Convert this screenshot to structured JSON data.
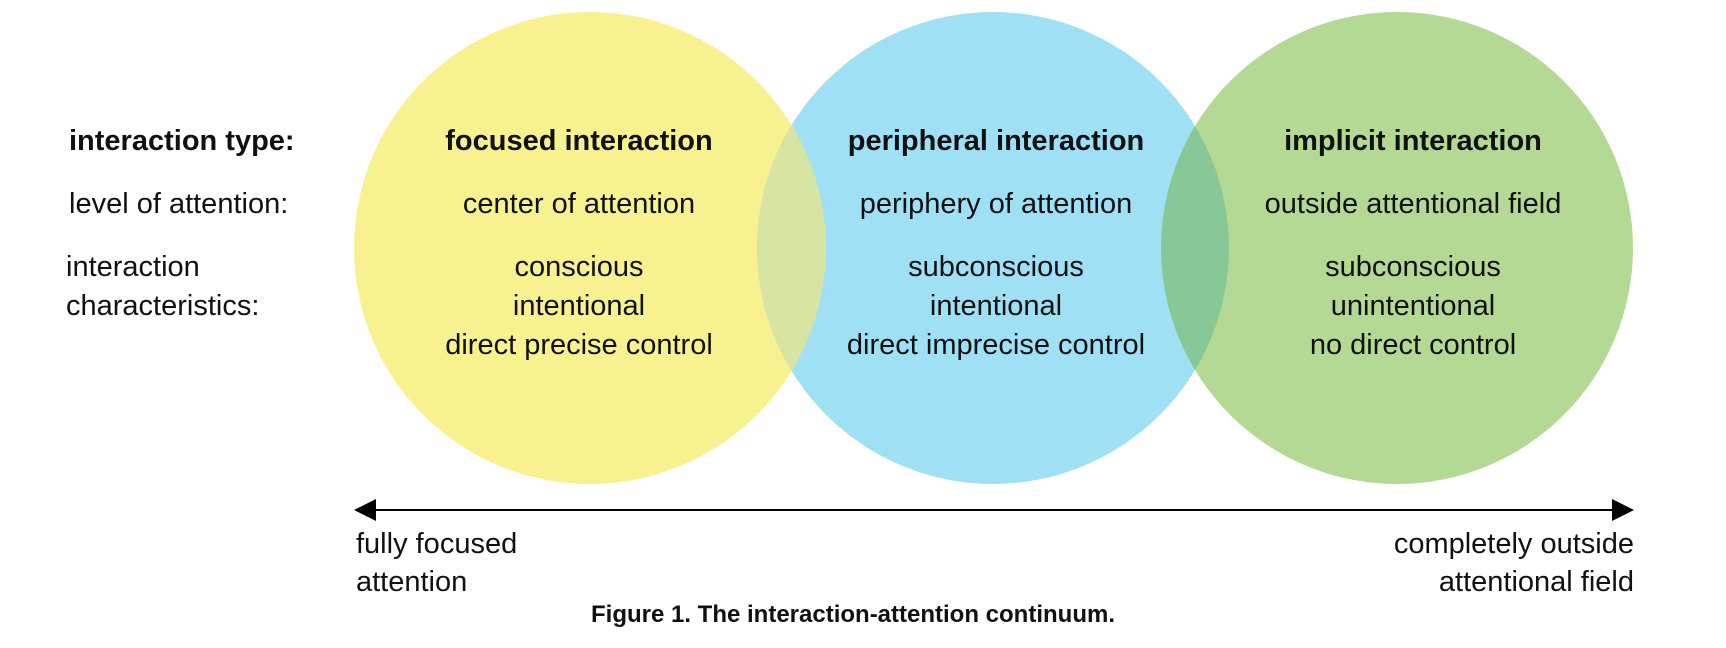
{
  "colors": {
    "focused": "#f8f190",
    "peripheral": "#9fe0f5",
    "implicit": "#b4d995",
    "overlap_focused_peripheral": "#d8e5a2",
    "overlap_peripheral_implicit": "#88c897",
    "axis": "#000000"
  },
  "row_labels": {
    "type": "interaction type:",
    "attention": "level of attention:",
    "characteristics": [
      "interaction",
      "characteristics:"
    ]
  },
  "circles": [
    {
      "id": "focused",
      "type": "focused interaction",
      "attention": "center of attention",
      "characteristics": [
        "conscious",
        "intentional",
        "direct precise control"
      ]
    },
    {
      "id": "peripheral",
      "type": "peripheral interaction",
      "attention": "periphery of attention",
      "characteristics": [
        "subconscious",
        "intentional",
        "direct imprecise control"
      ]
    },
    {
      "id": "implicit",
      "type": "implicit interaction",
      "attention": "outside attentional field",
      "characteristics": [
        "subconscious",
        "unintentional",
        "no direct control"
      ]
    }
  ],
  "axis": {
    "left_label": [
      "fully focused",
      "attention"
    ],
    "right_label": [
      "completely outside",
      "attentional field"
    ]
  },
  "caption": "Figure 1. The interaction-attention continuum."
}
